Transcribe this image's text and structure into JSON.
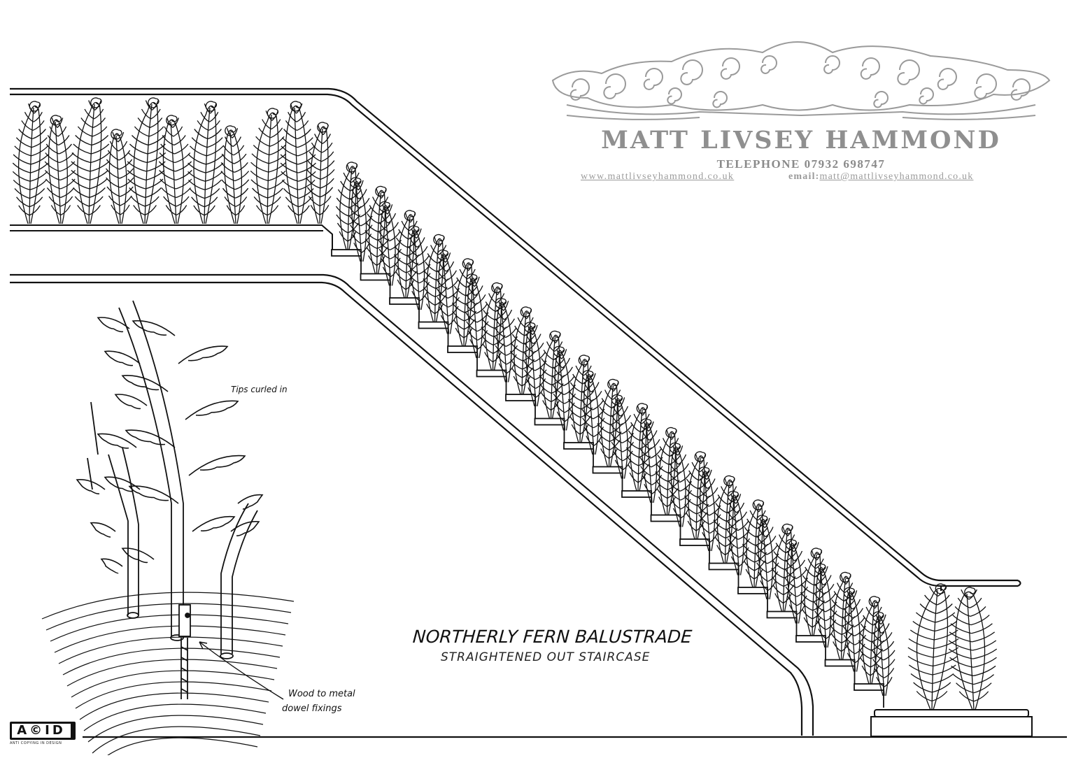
{
  "header": {
    "name": "MATT LIVSEY HAMMOND",
    "telephone": "TELEPHONE 07932 698747",
    "website": "www.mattlivseyhammond.co.uk",
    "email_label": "email:",
    "email_address": "matt@mattlivseyhammond.co.uk"
  },
  "drawing": {
    "title": "NORTHERLY FERN BALUSTRADE",
    "subtitle": "STRAIGHTENED OUT STAIRCASE",
    "annotation_tips": "Tips curled in",
    "annotation_fixings_line1": "Wood to metal",
    "annotation_fixings_line2": "dowel fixings"
  },
  "badge": {
    "logo_text": "A©ID",
    "tagline": "ANTI COPYING IN DESIGN"
  },
  "colors": {
    "ink": "#111111",
    "letterhead_grey": "#8f8f8f"
  }
}
